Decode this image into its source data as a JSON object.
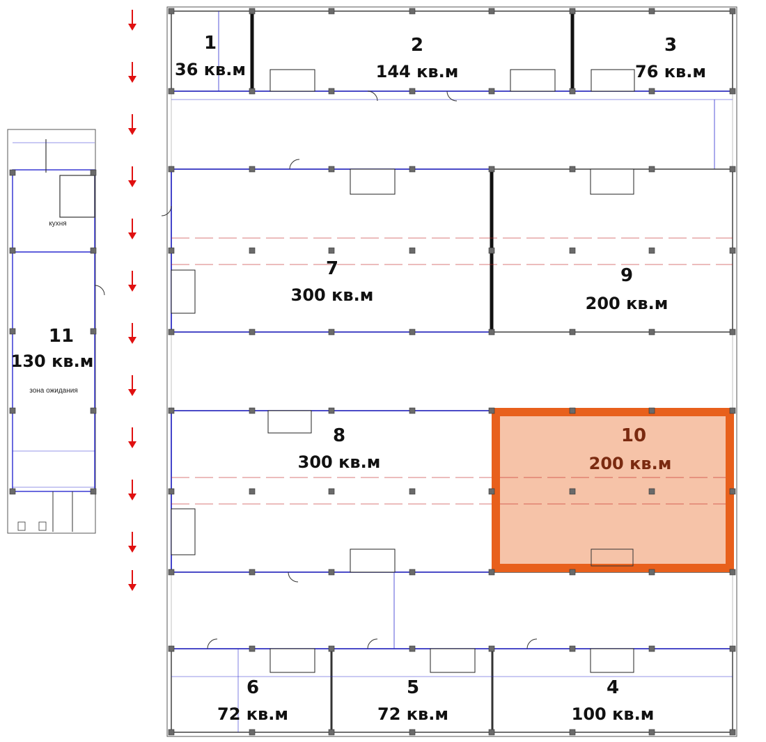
{
  "units": [
    {
      "id": "u1",
      "number": "1",
      "area": "36 кв.м"
    },
    {
      "id": "u2",
      "number": "2",
      "area": "144 кв.м"
    },
    {
      "id": "u3",
      "number": "3",
      "area": "76 кв.м"
    },
    {
      "id": "u7",
      "number": "7",
      "area": "300 кв.м"
    },
    {
      "id": "u9",
      "number": "9",
      "area": "200 кв.м"
    },
    {
      "id": "u8",
      "number": "8",
      "area": "300 кв.м"
    },
    {
      "id": "u10",
      "number": "10",
      "area": "200 кв.м",
      "highlighted": true
    },
    {
      "id": "u11",
      "number": "11",
      "area": "130 кв.м"
    },
    {
      "id": "u6",
      "number": "6",
      "area": "72 кв.м"
    },
    {
      "id": "u5",
      "number": "5",
      "area": "72 кв.м"
    },
    {
      "id": "u4",
      "number": "4",
      "area": "100 кв.м"
    }
  ],
  "rooms": {
    "kitchen": "кухня",
    "waiting_area": "зона ожидания"
  },
  "colors": {
    "highlight_fill": "#f6c3a8",
    "highlight_border": "#e8601c",
    "arrow": "#e01010",
    "wall_blue": "#2a2ad0"
  }
}
